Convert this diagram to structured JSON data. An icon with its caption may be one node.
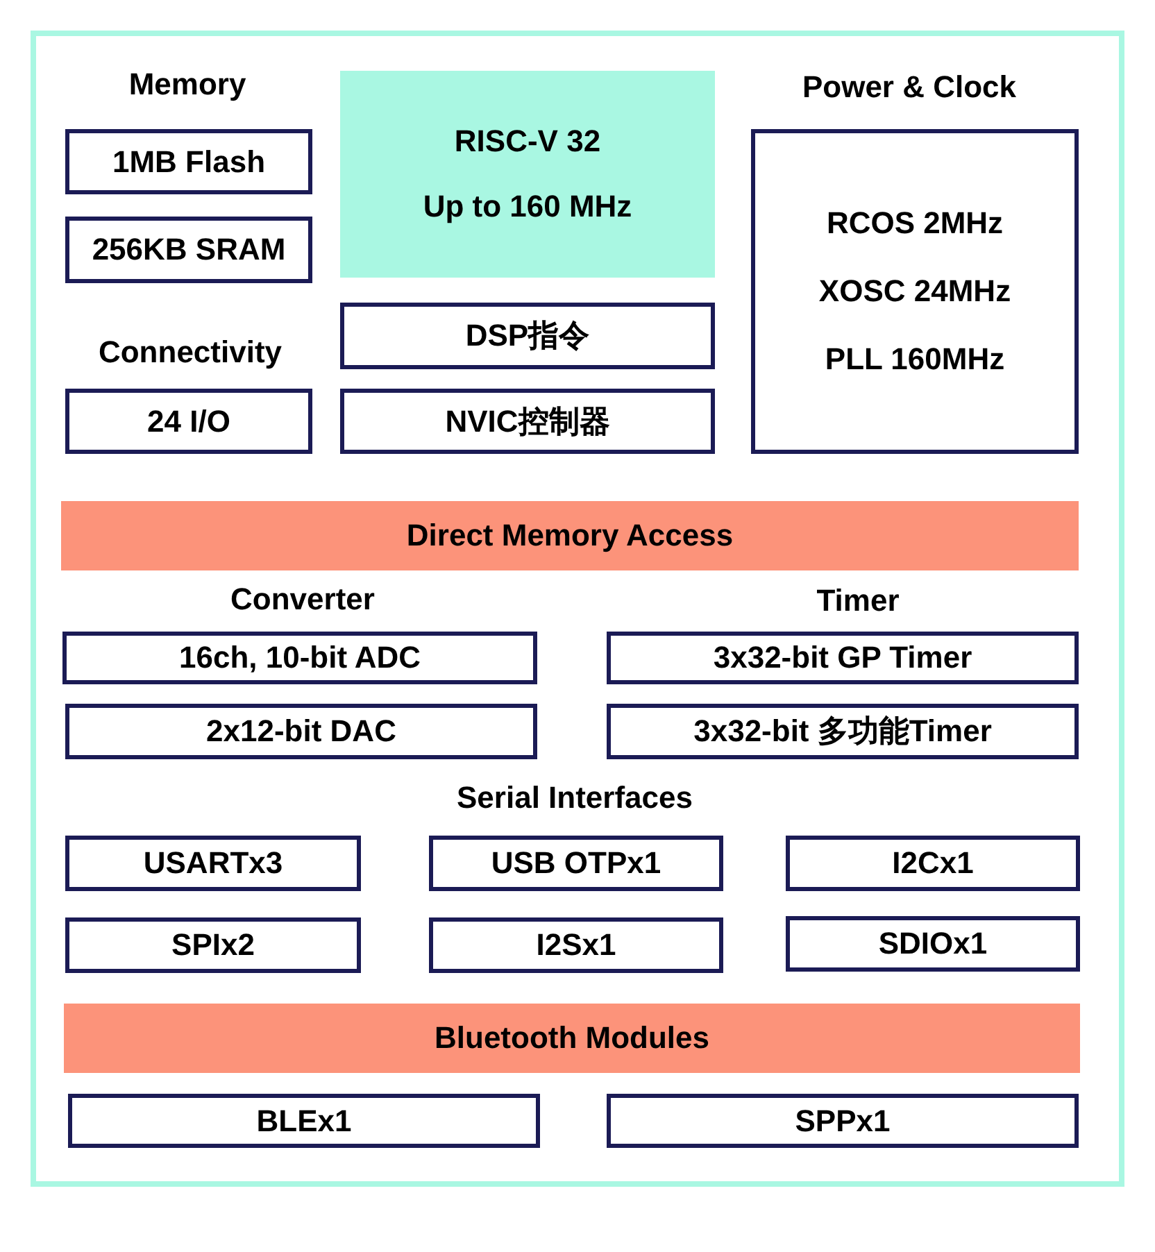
{
  "diagram": {
    "nodes": [
      {
        "text": [],
        "shape": "box"
      },
      {
        "text": [
          "1MB Flash"
        ],
        "in": 0
      },
      {
        "text": [
          "256KB SRAM"
        ],
        "in": 0
      },
      {
        "text": [
          "24 I/O"
        ],
        "in": 0
      },
      {
        "text": [
          "RISC-V 32",
          "Up to 160 MHz"
        ],
        "in": 0
      },
      {
        "text": [
          "DSP指令"
        ],
        "in": 0
      },
      {
        "text": [
          "NVIC控制器"
        ],
        "in": 0
      },
      {
        "text": [
          "RCOS 2MHz",
          "XOSC 24MHz",
          "PLL 160MHz"
        ],
        "in": 0
      },
      {
        "text": [
          "Direct Memory Access"
        ],
        "in": 0
      },
      {
        "text": [
          "16ch, 10-bit ADC"
        ],
        "in": 0
      },
      {
        "text": [
          "2x12-bit DAC"
        ],
        "in": 0
      },
      {
        "text": [
          "3x32-bit GP Timer"
        ],
        "in": 0
      },
      {
        "text": [
          "3x32-bit 多功能Timer"
        ],
        "in": 0
      },
      {
        "text": [
          "USARTx3"
        ],
        "in": 0
      },
      {
        "text": [
          "USB OTPx1"
        ],
        "in": 0
      },
      {
        "text": [
          "I2Cx1"
        ],
        "in": 0
      },
      {
        "text": [
          "SPIx2"
        ],
        "in": 0
      },
      {
        "text": [
          "I2Sx1"
        ],
        "in": 0
      },
      {
        "text": [
          "SDIOx1"
        ],
        "in": 0
      },
      {
        "text": [
          "Bluetooth Modules"
        ],
        "in": 0
      },
      {
        "text": [
          "BLEx1"
        ],
        "in": 0
      },
      {
        "text": [
          "SPPx1"
        ],
        "in": 0
      }
    ],
    "labels": [
      "Memory",
      "Power & Clock",
      "Connectivity",
      "Converter",
      "Timer",
      "Serial Interfaces"
    ]
  }
}
